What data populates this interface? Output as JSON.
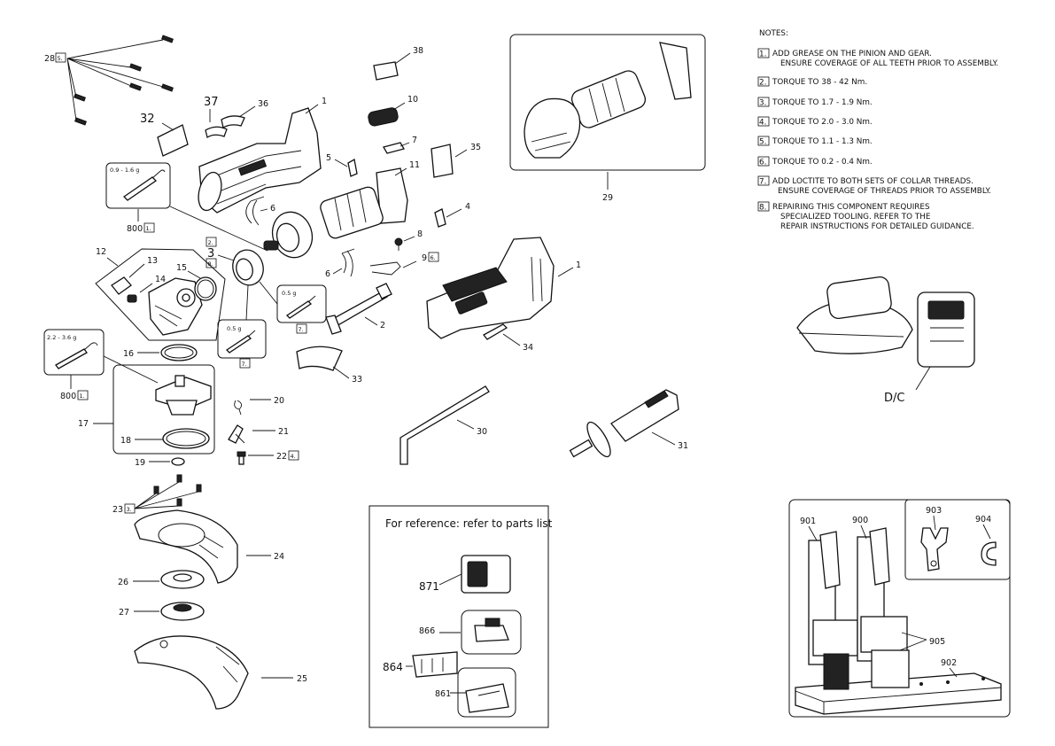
{
  "notes": {
    "heading": "NOTES:",
    "items": [
      {
        "num": "1.",
        "lines": [
          "ADD GREASE ON THE PINION AND GEAR.",
          "ENSURE COVERAGE OF ALL TEETH PRIOR TO ASSEMBLY."
        ]
      },
      {
        "num": "2.",
        "lines": [
          "TORQUE TO 38 - 42 Nm."
        ]
      },
      {
        "num": "3.",
        "lines": [
          "TORQUE TO 1.7 - 1.9 Nm."
        ]
      },
      {
        "num": "4.",
        "lines": [
          "TORQUE TO 2.0 - 3.0 Nm."
        ]
      },
      {
        "num": "5.",
        "lines": [
          "TORQUE TO 1.1 - 1.3 Nm."
        ]
      },
      {
        "num": "6.",
        "lines": [
          "TORQUE TO 0.2 - 0.4 Nm."
        ]
      },
      {
        "num": "7.",
        "lines": [
          "ADD LOCTITE TO BOTH SETS OF COLLAR THREADS.",
          "ENSURE COVERAGE OF THREADS PRIOR TO ASSEMBLY."
        ]
      },
      {
        "num": "8.",
        "lines": [
          "REPAIRING THIS COMPONENT REQUIRES",
          "SPECIALIZED TOOLING. REFER TO THE",
          "REPAIR INSTRUCTIONS FOR DETAILED GUIDANCE."
        ]
      }
    ]
  },
  "reference_box": {
    "title": "For reference: refer to parts list",
    "parts": [
      "871",
      "866",
      "864",
      "861"
    ]
  },
  "callouts": {
    "p1a": "1",
    "p1b": "1",
    "p2": "2",
    "p3": "3",
    "p4": "4",
    "p5": "5",
    "p6a": "6",
    "p6b": "6",
    "p7": "7",
    "p8": "8",
    "p9": "9",
    "p10": "10",
    "p11": "11",
    "p12": "12",
    "p13": "13",
    "p14": "14",
    "p15": "15",
    "p16": "16",
    "p17": "17",
    "p18": "18",
    "p19": "19",
    "p20": "20",
    "p21": "21",
    "p22": "22",
    "p23": "23",
    "p24": "24",
    "p25": "25",
    "p26": "26",
    "p27": "27",
    "p28": "28",
    "p29": "29",
    "p30": "30",
    "p31": "31",
    "p32": "32",
    "p33": "33",
    "p34": "34",
    "p35": "35",
    "p36": "36",
    "p37": "37",
    "p38": "38",
    "p800a": "800",
    "p800b": "800",
    "p900": "900",
    "p901": "901",
    "p902": "902",
    "p903": "903",
    "p904": "904",
    "p905": "905",
    "dc": "D/C"
  },
  "flags": {
    "f28": "5.",
    "f800a": "1.",
    "f800b": "1.",
    "f3a": "2.",
    "f3b": "8.",
    "f9": "6.",
    "f22": "4.",
    "f23": "3.",
    "f7a": "7.",
    "f7b": "7."
  },
  "grease_labels": {
    "g1": "0.9 - 1.6 g",
    "g2": "0.5 g",
    "g3": "0.5 g",
    "g4": "2.2 - 3.6 g"
  }
}
